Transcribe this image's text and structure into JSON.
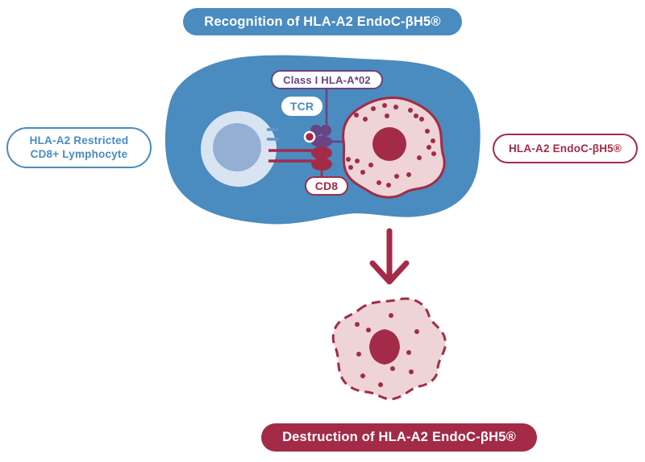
{
  "diagram": {
    "top_banner": "Recognition of HLA-A2 EndoC-βH5®",
    "bottom_banner": "Destruction of HLA-A2 EndoC-βH5®",
    "left_label": {
      "line1": "HLA-A2 Restricted",
      "line2": "CD8+ Lymphocyte"
    },
    "right_label": "HLA-A2 EndoC-βH5®",
    "receptor_labels": {
      "class1": "Class I HLA-A*02",
      "tcr": "TCR",
      "cd8": "CD8"
    }
  },
  "colors": {
    "blue": "#4a8bc0",
    "light_blue_tick": "#5e97ca",
    "lymphocyte_outer": "#d9e4f2",
    "lymphocyte_nucleus": "#95afd4",
    "maroon": "#a32b47",
    "purple": "#6a4383",
    "cell_pink": "#eed4d6",
    "background": "#ffffff"
  }
}
